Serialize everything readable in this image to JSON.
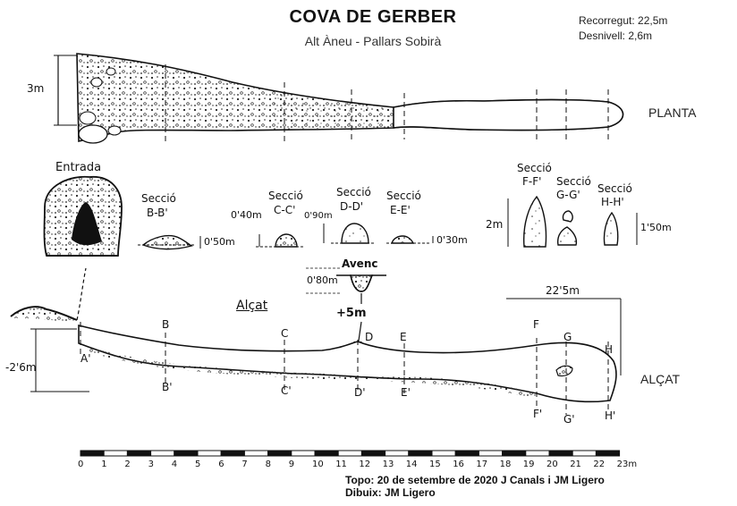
{
  "header": {
    "title": "COVA DE GERBER",
    "subtitle": "Alt Àneu - Pallars Sobirà",
    "route_length": "Recorregut: 22,5m",
    "elevation_diff": "Desnivell: 2,6m"
  },
  "plan_view": {
    "label": "PLANTA",
    "width_dimension": "3m"
  },
  "entrance": {
    "label": "Entrada"
  },
  "sections": [
    {
      "id": "B",
      "title": "Secció",
      "name": "B-B'",
      "dimension": "0'50m"
    },
    {
      "id": "C",
      "title": "Secció",
      "name": "C-C'",
      "dimension": "0'40m"
    },
    {
      "id": "D",
      "title": "Secció",
      "name": "D-D'",
      "dimension": "0'90m"
    },
    {
      "id": "E",
      "title": "Secció",
      "name": "E-E'",
      "dimension": "0'30m"
    },
    {
      "id": "F",
      "title": "Secció",
      "name": "F-F'",
      "dimension": "2m"
    },
    {
      "id": "G",
      "title": "Secció",
      "name": "G-G'",
      "dimension": ""
    },
    {
      "id": "H",
      "title": "Secció",
      "name": "H-H'",
      "dimension": "1'50m"
    }
  ],
  "shaft": {
    "label": "Avenc",
    "width": "0'80m",
    "depth": "+5m"
  },
  "elevation_view": {
    "label": "ALÇAT",
    "title": "Alçat",
    "depth_dimension": "-2'6m",
    "length_dimension": "22'5m",
    "markers_top": [
      "A'",
      "B",
      "C",
      "D",
      "E",
      "F",
      "G",
      "H"
    ],
    "markers_bottom": [
      "B'",
      "C'",
      "D'",
      "E'",
      "F'",
      "G'",
      "H'"
    ]
  },
  "scale_bar": {
    "ticks": [
      "0",
      "1",
      "2",
      "3",
      "4",
      "5",
      "6",
      "7",
      "8",
      "9",
      "10",
      "11",
      "12",
      "13",
      "14",
      "15",
      "16",
      "17",
      "18",
      "19",
      "20",
      "21",
      "22",
      "23m"
    ]
  },
  "credits": {
    "topo": "Topo: 20 de setembre de 2020 J Canals i JM Ligero",
    "drawing": "Dibuix: JM Ligero"
  }
}
